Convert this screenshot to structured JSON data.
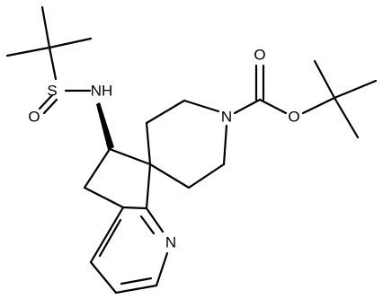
{
  "diagram": {
    "atom_labels": {
      "sulfur": "S",
      "sulfoxide_oxygen": "O",
      "amine_nitrogen": "NH",
      "piperidine_nitrogen": "N",
      "carbonyl_oxygen": "O",
      "ester_oxygen": "O",
      "pyridine_nitrogen": "N"
    },
    "colors": {
      "bond": "#000000",
      "label": "#000000",
      "background": "#ffffff"
    }
  }
}
